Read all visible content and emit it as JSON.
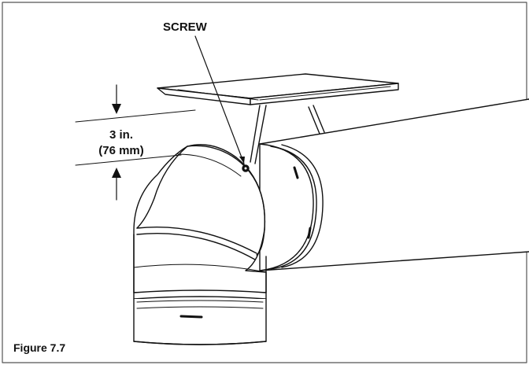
{
  "callouts": {
    "screw": "SCREW",
    "dimension_imperial": "3 in.",
    "dimension_metric": "(76 mm)"
  },
  "caption": "Figure 7.7",
  "colors": {
    "line": "#111111",
    "frame": "#555555",
    "pipe_fill": "#ffffff",
    "shade": "#d9d9d9"
  }
}
